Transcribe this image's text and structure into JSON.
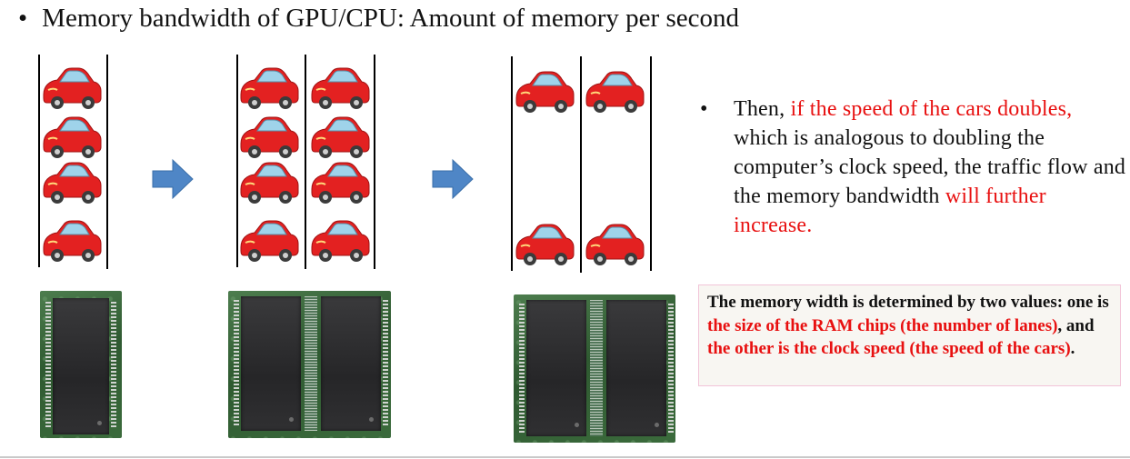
{
  "title": {
    "bullet": "•",
    "text": "Memory bandwidth of GPU/CPU: Amount of memory per second"
  },
  "explanation": {
    "bullet": "•",
    "segments": [
      {
        "text": "Then, ",
        "highlight": false
      },
      {
        "text": "if the speed of the cars doubles,",
        "highlight": true
      },
      {
        "text": " which is analogous to doubling the computer’s clock speed, the traffic flow and the memory bandwidth ",
        "highlight": false
      },
      {
        "text": "will further increase.",
        "highlight": true
      }
    ]
  },
  "note": {
    "segments": [
      {
        "text": "The memory width is determined by two values: one is ",
        "highlight": false
      },
      {
        "text": "the size of the RAM chips (the number of lanes)",
        "highlight": true
      },
      {
        "text": ", and ",
        "highlight": false
      },
      {
        "text": "the other is the clock speed (the speed of the cars)",
        "highlight": true
      },
      {
        "text": ".",
        "highlight": false
      }
    ]
  },
  "diagram": {
    "car_icon": "red-car-icon",
    "arrow_icon": "right-arrow-icon",
    "memory_icon": "ram-module-icon",
    "stages": [
      {
        "lanes": 1,
        "cars_per_lane": 4
      },
      {
        "lanes": 2,
        "cars_per_lane": 4
      },
      {
        "lanes": 2,
        "cars_per_lane": 2
      }
    ]
  },
  "colors": {
    "highlight": "#e81010",
    "car_body": "#e32121",
    "arrow": "#4f86c6"
  }
}
